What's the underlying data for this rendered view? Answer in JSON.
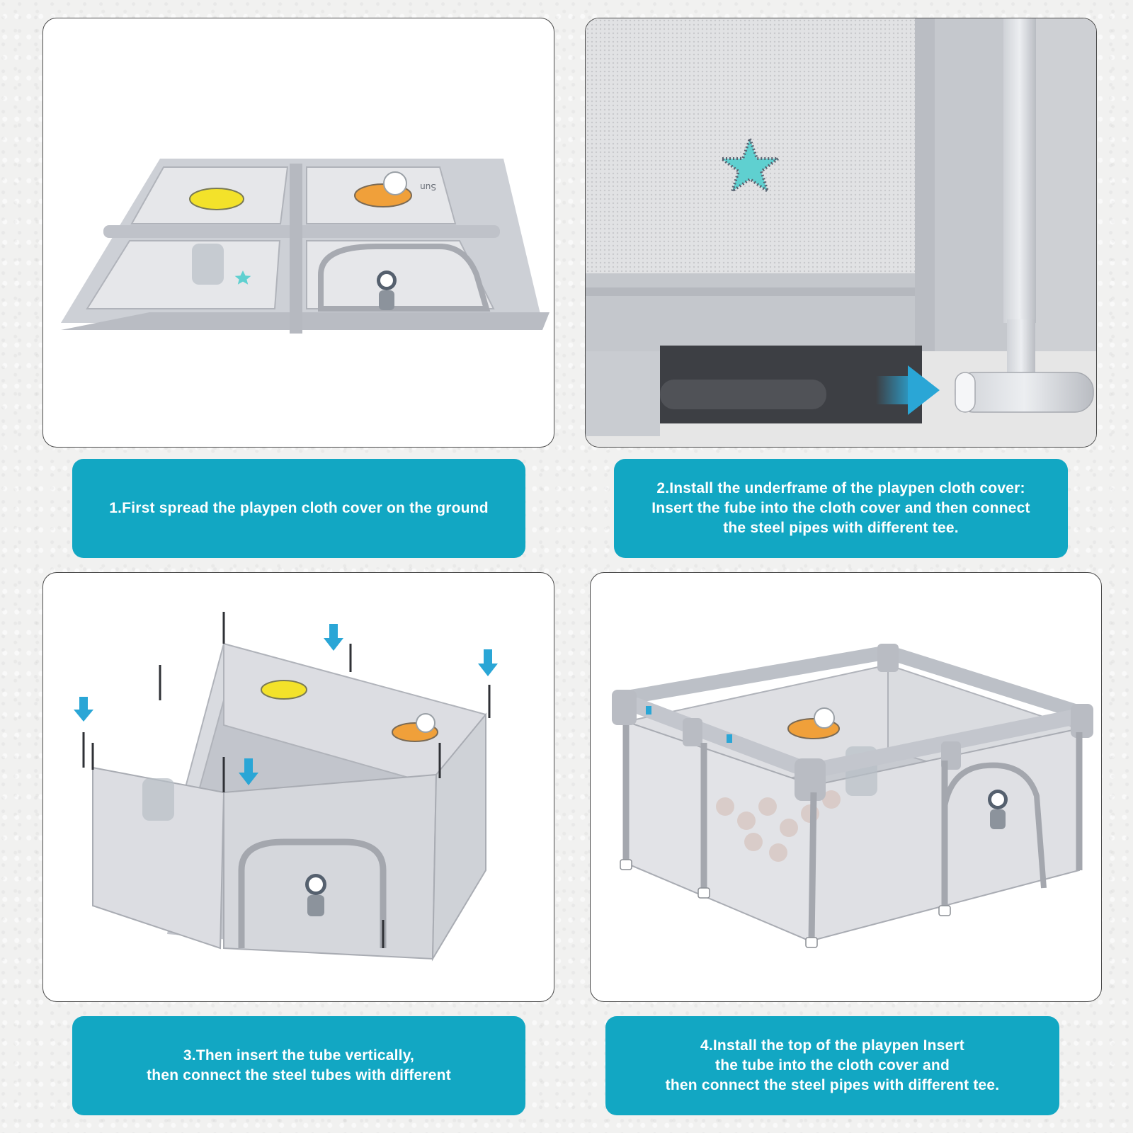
{
  "steps": [
    {
      "lines": [
        "1.First spread the playpen cloth cover on the ground"
      ],
      "illustration": "flat-playpen-cover-icon"
    },
    {
      "lines": [
        "2.Install the underframe of the playpen cloth cover:",
        "Insert the fube into the cloth cover and then connect",
        "the steel pipes with different tee."
      ],
      "illustration": "underframe-tee-connector-icon"
    },
    {
      "lines": [
        "3.Then insert the tube vertically,",
        "then connect the steel tubes with different"
      ],
      "illustration": "vertical-tubes-insertion-icon"
    },
    {
      "lines": [
        "4.Install the top of the playpen Insert",
        "the tube into the cloth cover and",
        "then connect the steel pipes with different tee."
      ],
      "illustration": "assembled-playpen-icon"
    }
  ],
  "panel_labels": {
    "sun_text": "Sun"
  },
  "colors": {
    "caption_bg": "#12a7c3",
    "caption_text": "#ffffff",
    "panel_border": "#4a4a4a",
    "playpen_gray": "#c9ccd3",
    "arrow_blue": "#2aa6d6",
    "star_teal": "#5fd0d0"
  }
}
